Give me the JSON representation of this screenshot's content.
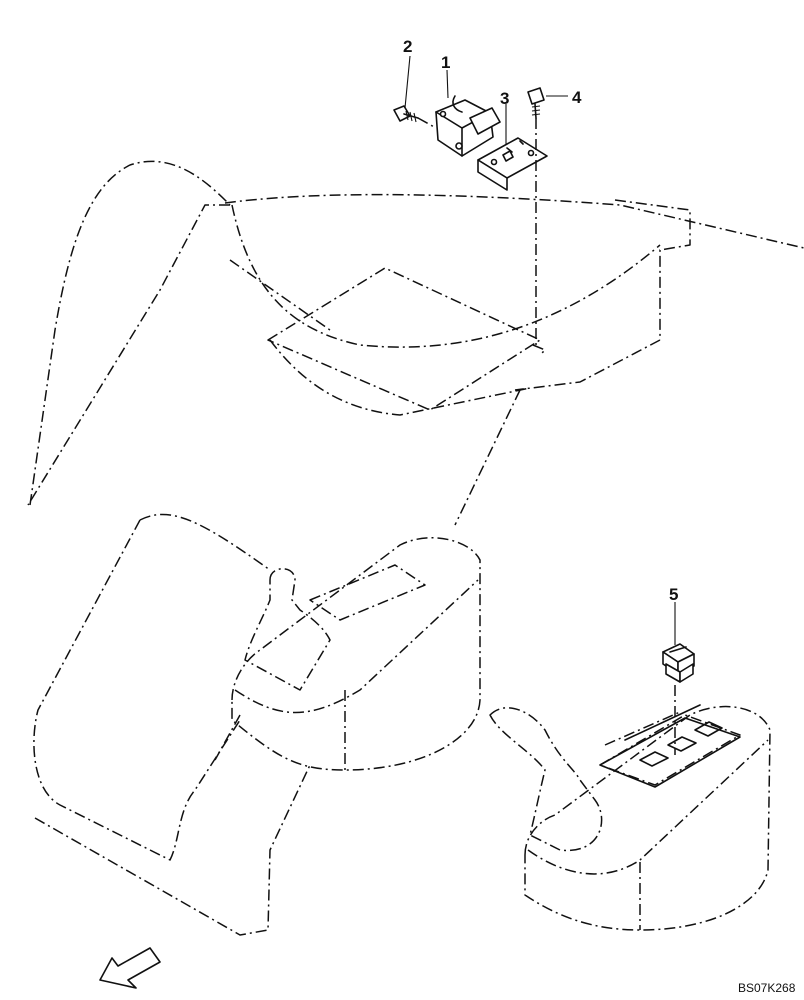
{
  "callouts": [
    {
      "label": "1"
    },
    {
      "label": "2"
    },
    {
      "label": "3"
    },
    {
      "label": "4"
    },
    {
      "label": "5"
    }
  ],
  "drawing_code": "BS07K268",
  "direction_arrow": {
    "icon": "front-direction-arrow-icon"
  }
}
